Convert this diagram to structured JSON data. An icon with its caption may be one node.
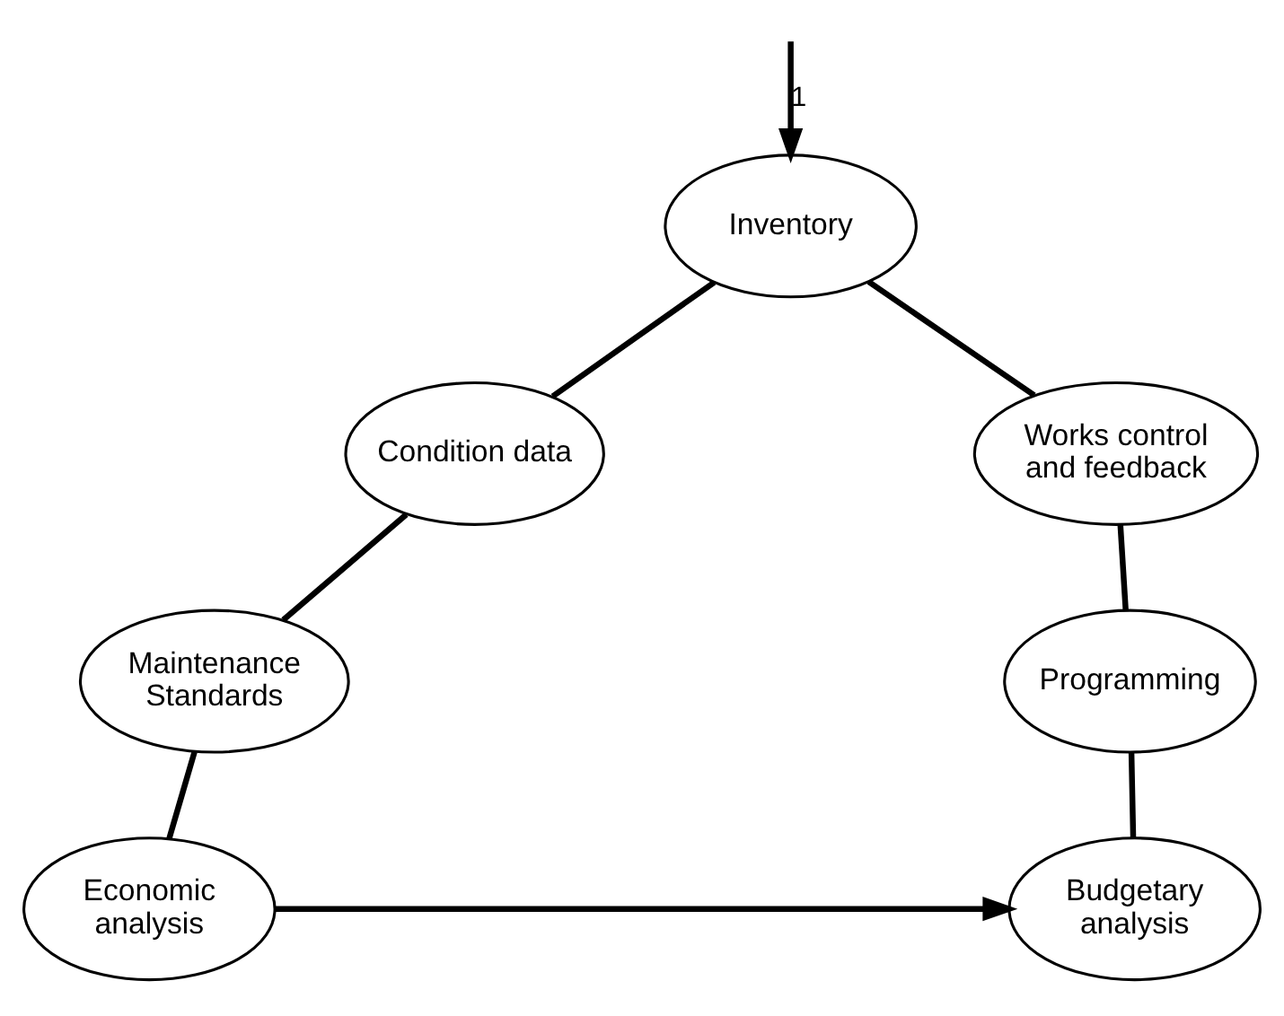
{
  "diagram": {
    "nodes": [
      {
        "text": [
          "Inventory"
        ]
      },
      {
        "text": [
          "Condition data"
        ]
      },
      {
        "text": [
          "Maintenance Standards"
        ]
      },
      {
        "text": [
          "Economic analysis"
        ]
      },
      {
        "text": [
          "Budgetary analysis"
        ]
      },
      {
        "text": [
          "Programming"
        ]
      },
      {
        "text": [
          "Works control and feedback"
        ]
      }
    ],
    "edges": [
      {
        "from": null,
        "to": 0,
        "arrow": "to",
        "label": "1"
      },
      {
        "from": 0,
        "to": 1,
        "arrow": "none"
      },
      {
        "from": 1,
        "to": 2,
        "arrow": "none"
      },
      {
        "from": 2,
        "to": 3,
        "arrow": "none"
      },
      {
        "from": 3,
        "to": 4,
        "arrow": "to"
      },
      {
        "from": 4,
        "to": 5,
        "arrow": "none"
      },
      {
        "from": 5,
        "to": 6,
        "arrow": "none"
      },
      {
        "from": 6,
        "to": 0,
        "arrow": "none"
      }
    ]
  }
}
